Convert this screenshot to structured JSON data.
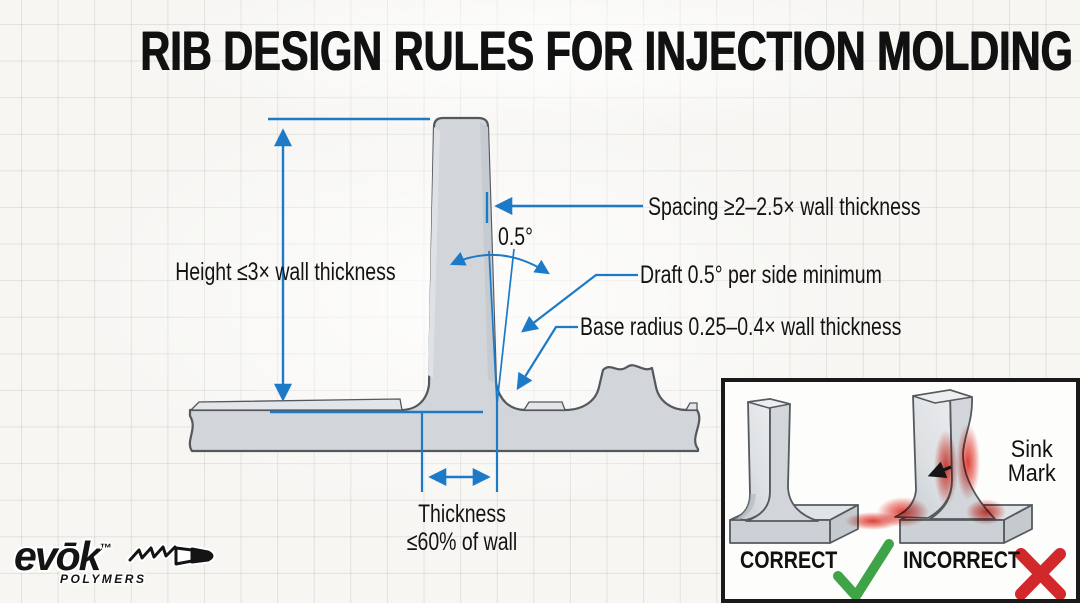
{
  "title": "RIB DESIGN RULES FOR INJECTION MOLDING",
  "diagram": {
    "annotations": {
      "height_label": "Height ≤3× wall thickness",
      "spacing_label": "Spacing ≥2–2.5× wall thickness",
      "draft_angle_value": "0.5°",
      "draft_label": "Draft 0.5° per side minimum",
      "base_radius_label": "Base radius 0.25–0.4× wall thickness",
      "thickness_label_line1": "Thickness",
      "thickness_label_line2": "≤60% of wall"
    },
    "colors": {
      "annotation_blue": "#1d7ac7",
      "part_fill": "#d2d6da",
      "part_outline": "#54585d",
      "background": "#f7f6f3"
    }
  },
  "inset": {
    "correct_label": "CORRECT",
    "incorrect_label": "INCORRECT",
    "sink_mark_line1": "Sink",
    "sink_mark_line2": "Mark",
    "check_color": "#3fa447",
    "cross_color": "#d2282c",
    "icons": [
      "check-icon",
      "cross-icon",
      "sink-arrow-icon"
    ]
  },
  "logo": {
    "brand": "evōk",
    "trademark": "™",
    "subtext": "POLYMERS",
    "icon": "screw-icon"
  }
}
